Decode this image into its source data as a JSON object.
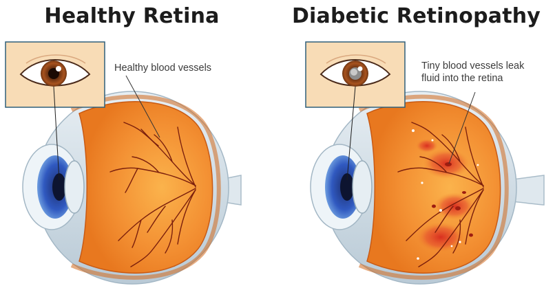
{
  "panels": [
    {
      "title": "Healthy Retina",
      "callout": "Healthy blood vessels",
      "condition": "healthy"
    },
    {
      "title": "Diabetic Retinopathy",
      "callout_lines": [
        "Tiny blood vessels leak",
        "fluid into the retina"
      ],
      "condition": "diabetic"
    }
  ],
  "colors": {
    "skin_box": "#f8dcb6",
    "box_border": "#2f5f7a",
    "sclera": "#d6e3ec",
    "retina_orange": "#f08a2a",
    "retina_light": "#fbb04a",
    "vessel": "#7a1e0c",
    "iris_blue": "#2a4fae",
    "lens": "#dfe9ee",
    "leak_red": "#e0382a"
  }
}
